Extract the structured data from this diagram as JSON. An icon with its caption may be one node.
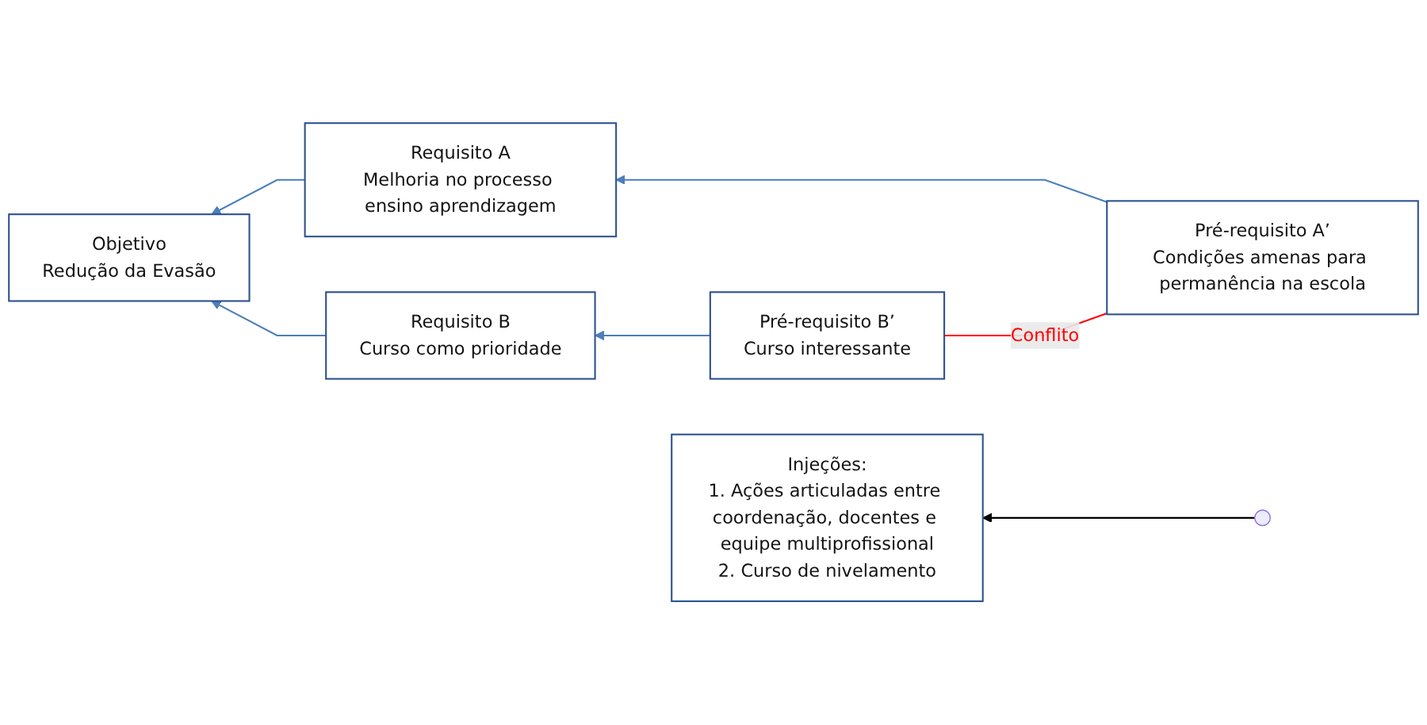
{
  "diagram": {
    "nodes": [
      {
        "text": [
          "Objetivo",
          "Redução da Evasão"
        ]
      },
      {
        "text": [
          "Requisito A",
          "Melhoria no processo ensino aprendizagem"
        ]
      },
      {
        "text": [
          "Pré-requisito A’",
          "Condições amenas para permanência na escola"
        ]
      },
      {
        "text": [
          "Requisito B",
          "Curso como prioridade"
        ]
      },
      {
        "text": [
          "Pré-requisito B’",
          "Curso interessante"
        ]
      },
      {
        "text": [
          "Injeções:",
          "1. Ações articuladas entre coordenação, docentes e equipe multiprofissional",
          "2. Curso de nivelamento"
        ]
      }
    ],
    "edges": [
      {
        "from": 1,
        "to": 0,
        "arrow": "to"
      },
      {
        "from": 3,
        "to": 0,
        "arrow": "to"
      },
      {
        "from": 2,
        "to": 1,
        "arrow": "to"
      },
      {
        "from": 4,
        "to": 3,
        "arrow": "to"
      },
      {
        "from": 2,
        "to": 4,
        "arrow": "none",
        "label": "Conflito",
        "color": "#ff0000"
      },
      {
        "from": null,
        "to": 5,
        "arrow": "to",
        "color": "#000000"
      }
    ]
  }
}
